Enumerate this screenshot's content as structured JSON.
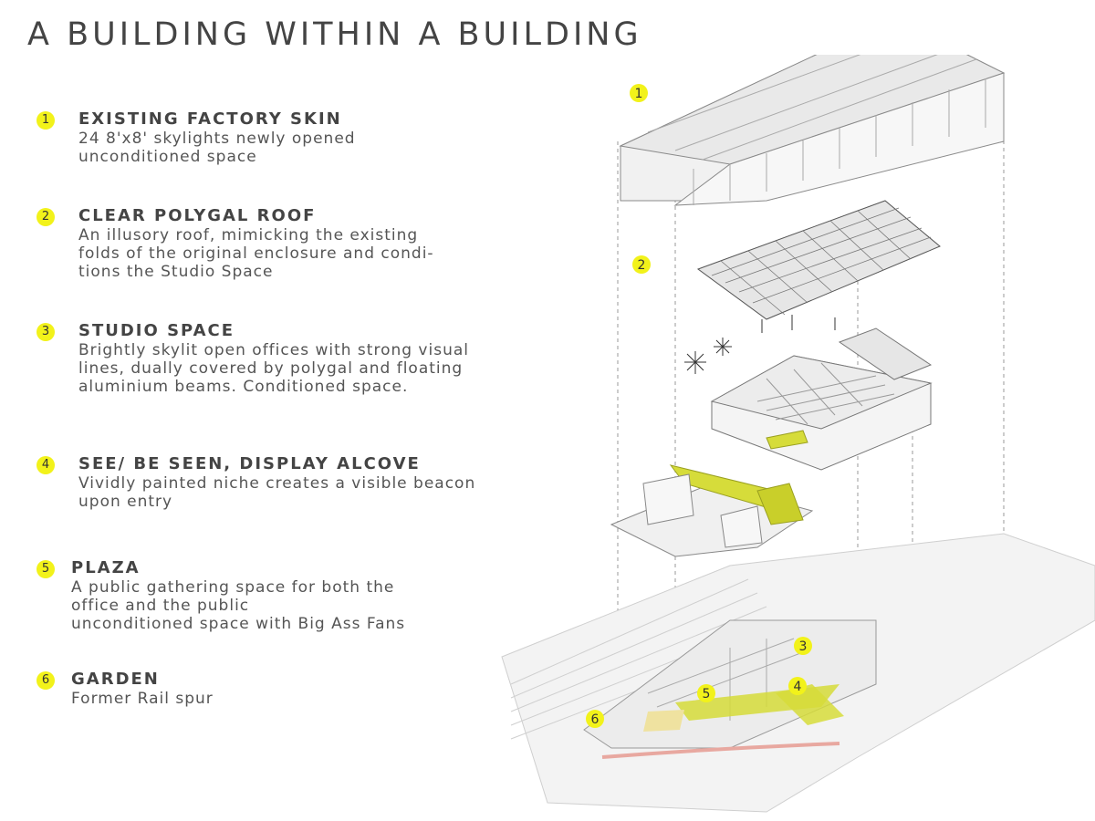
{
  "title": "A BUILDING WITHIN A BUILDING",
  "items": [
    {
      "number": "1",
      "title": "EXISTING FACTORY SKIN",
      "lines": [
        "24 8'x8' skylights newly opened",
        "unconditioned space"
      ]
    },
    {
      "number": "2",
      "title": "CLEAR POLYGAL ROOF",
      "lines": [
        "An illusory roof, mimicking the existing",
        "folds of the original enclosure and condi-",
        "tions the Studio Space"
      ]
    },
    {
      "number": "3",
      "title": "STUDIO SPACE",
      "lines": [
        "Brightly skylit open offices with strong visual",
        "lines, dually covered by polygal and floating",
        "aluminium beams. Conditioned space."
      ]
    },
    {
      "number": "4",
      "title": "SEE/ BE SEEN, DISPLAY ALCOVE",
      "lines": [
        "Vividly painted niche creates a visible beacon",
        "upon entry"
      ]
    },
    {
      "number": "5",
      "title": "PLAZA",
      "lines": [
        "A public gathering space for both the",
        "office and the public",
        "unconditioned space with Big Ass Fans"
      ]
    },
    {
      "number": "6",
      "title": "GARDEN",
      "lines": [
        "Former Rail spur"
      ]
    }
  ],
  "diagram_callouts": [
    "1",
    "2",
    "3",
    "4",
    "5",
    "6"
  ],
  "colors": {
    "accent_yellow": "#f2f21a",
    "highlight_green": "#d6dc3a",
    "line": "#888888"
  }
}
